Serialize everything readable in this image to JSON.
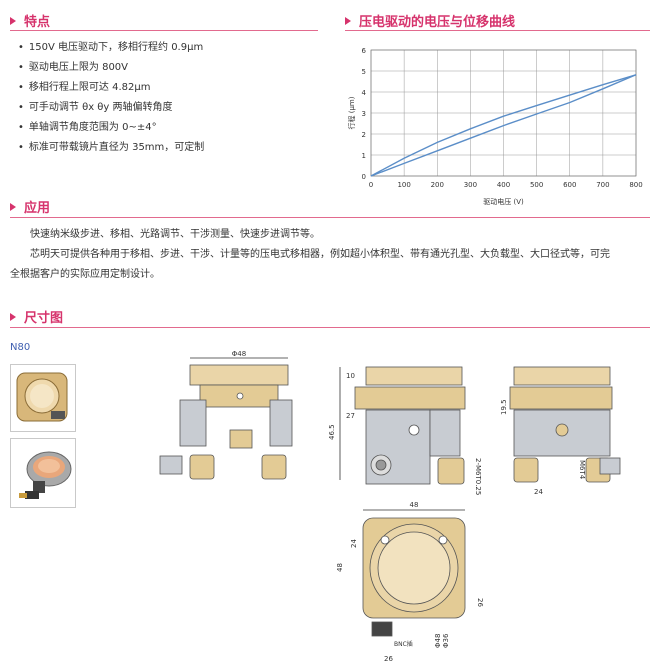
{
  "sections": {
    "features_title": "特点",
    "chart_title": "压电驱动的电压与位移曲线",
    "application_title": "应用",
    "dimension_title": "尺寸图"
  },
  "features": [
    "150V 电压驱动下，移相行程约 0.9μm",
    "驱动电压上限为 800V",
    "移相行程上限可达 4.82μm",
    "可手动调节 θx θy 两轴偏转角度",
    "单轴调节角度范围为 0~±4°",
    "标准可带载镜片直径为 35mm，可定制"
  ],
  "application": {
    "line1": "快速纳米级步进、移相、光路调节、干涉测量、快速步进调节等。",
    "line2a": "芯明天可提供各种用于移相、步进、干涉、计量等的压电式移相器，例如超小体积型、带有通光孔型、大负载型、大口径式等，可完",
    "line2b": "全根据客户的实际应用定制设计。"
  },
  "model": "N80",
  "chart_data": {
    "type": "line",
    "title": "",
    "xlabel": "驱动电压 (V)",
    "ylabel": "行程 (μm)",
    "xlim": [
      0,
      800
    ],
    "ylim": [
      0,
      6
    ],
    "xticks": [
      0,
      100,
      200,
      300,
      400,
      500,
      600,
      700,
      800
    ],
    "yticks": [
      0,
      1,
      2,
      3,
      4,
      5,
      6
    ],
    "grid": true,
    "series": [
      {
        "x": [
          0,
          100,
          200,
          300,
          400,
          500,
          600,
          700,
          800
        ],
        "y": [
          0,
          0.85,
          1.6,
          2.25,
          2.85,
          3.35,
          3.85,
          4.35,
          4.82
        ]
      },
      {
        "x": [
          0,
          100,
          200,
          300,
          400,
          500,
          600,
          700,
          800
        ],
        "y": [
          0,
          0.6,
          1.2,
          1.8,
          2.4,
          2.95,
          3.5,
          4.15,
          4.82
        ]
      }
    ]
  },
  "dimensions": {
    "front_top_width": "Φ48",
    "side_h1": "10",
    "side_h2": "27",
    "side_h3": "46.5",
    "side_thread": "2-M6T0.25",
    "right_h": "19.5",
    "right_thread": "M6T4",
    "right_w": "24",
    "top_w48": "48",
    "top_h24": "24",
    "top_h48": "48",
    "top_r26": "26",
    "top_d48": "Φ48",
    "top_d36": "Φ36",
    "top_bnc": "BNC插",
    "top_bottom26": "26"
  },
  "colors": {
    "accent": "#d6336c",
    "curve": "#5b8ec8",
    "brass": "#e8d3a6",
    "steel": "#c8ccd2"
  }
}
